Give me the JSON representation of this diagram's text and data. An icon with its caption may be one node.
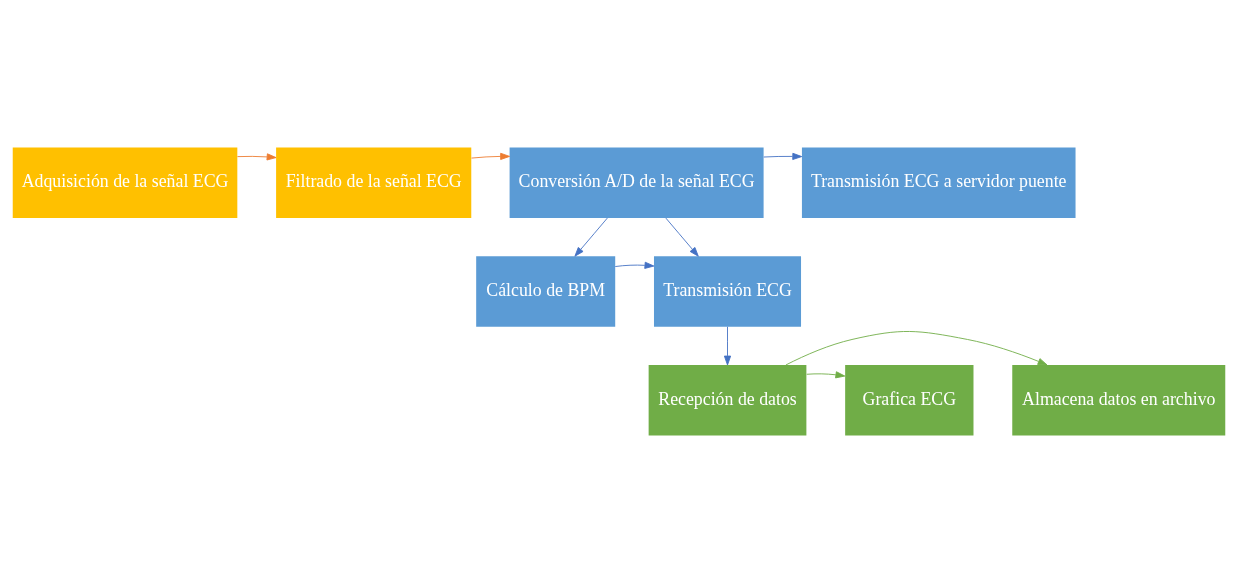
{
  "diagram": {
    "nodes": [
      {
        "text": [
          "Adquisición de la señal ECG"
        ]
      },
      {
        "text": [
          "Filtrado de la señal ECG"
        ]
      },
      {
        "text": [
          "Conversión A/D de la señal ECG"
        ]
      },
      {
        "text": [
          "Transmisión ECG a servidor puente"
        ]
      },
      {
        "text": [
          "Cálculo de BPM"
        ]
      },
      {
        "text": [
          "Transmisión ECG"
        ]
      },
      {
        "text": [
          "Almacena datos en archivo"
        ]
      },
      {
        "text": [
          "Recepción de datos"
        ]
      },
      {
        "text": [
          "Grafica ECG"
        ]
      }
    ],
    "edges": [
      {
        "from": 0,
        "to": 1,
        "arrow": "to",
        "color": "#ed7d31"
      },
      {
        "from": 1,
        "to": 2,
        "arrow": "to",
        "color": "#ed7d31"
      },
      {
        "from": 2,
        "to": 3,
        "arrow": "to"
      },
      {
        "from": 2,
        "to": 5,
        "arrow": "to"
      },
      {
        "from": 2,
        "to": 4,
        "arrow": "to"
      },
      {
        "from": 4,
        "to": 5,
        "arrow": "to"
      },
      {
        "from": 5,
        "to": 7,
        "arrow": "to"
      },
      {
        "from": 7,
        "to": 6,
        "arrow": "to",
        "color": "#70ad47"
      },
      {
        "from": 7,
        "to": 8,
        "arrow": "to",
        "color": "#70ad47"
      }
    ]
  }
}
